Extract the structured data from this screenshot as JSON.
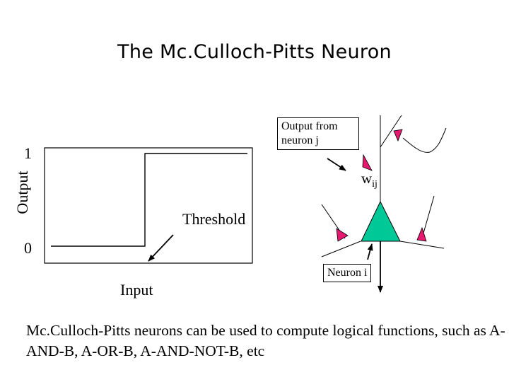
{
  "title": "The Mc.Culloch-Pitts Neuron",
  "graph": {
    "y_axis_label": "Output",
    "y_tick_high": "1",
    "y_tick_low": "0",
    "x_axis_label": "Input",
    "threshold_label": "Threshold"
  },
  "neuron": {
    "output_from_label": "Output from neuron j",
    "weight_symbol": "w",
    "weight_subscript": "ij",
    "neuron_label": "Neuron i",
    "colors": {
      "synapse": "#e6186f",
      "soma": "#00c896"
    }
  },
  "caption": "Mc.Culloch-Pitts neurons can be used to compute logical functions, such as A-AND-B, A-OR-B, A-AND-NOT-B, etc"
}
